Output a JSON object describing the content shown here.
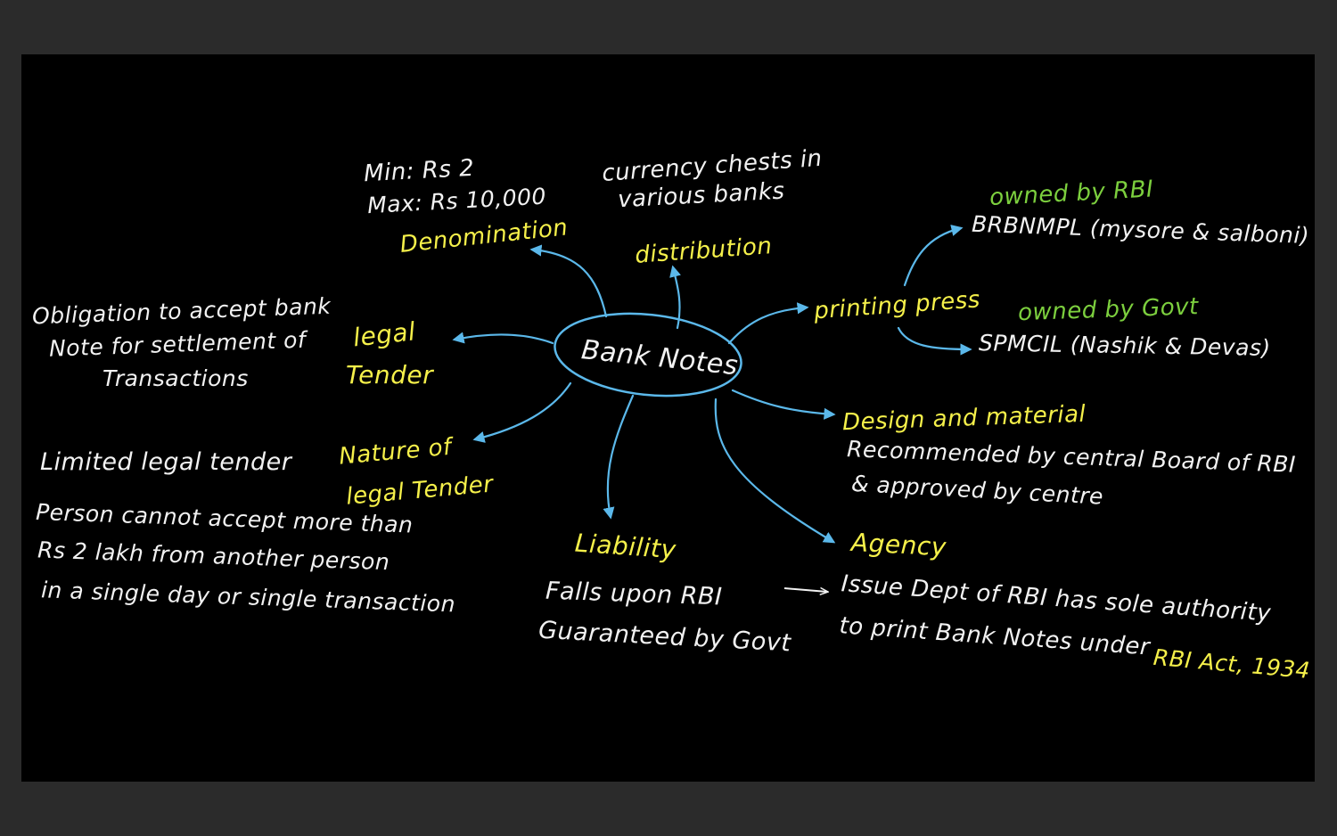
{
  "colors": {
    "background": "#000000",
    "frame": "#2b2b2b",
    "white_text": "#f2f2f2",
    "yellow_text": "#f5f04a",
    "green_text": "#7ccf3e",
    "arrow_blue": "#5bb8ea"
  },
  "center": {
    "label": "Bank Notes"
  },
  "denomination": {
    "label": "Denomination",
    "min": "Min: Rs 2",
    "max": "Max: Rs 10,000"
  },
  "distribution": {
    "label": "distribution",
    "note_1": "currency chests in",
    "note_2": "various banks"
  },
  "printing_press": {
    "label": "printing press",
    "owner_rbi": "owned by RBI",
    "rbi_press": "BRBNMPL (mysore & salboni)",
    "owner_govt": "owned by Govt",
    "govt_press": "SPMCIL (Nashik & Devas)"
  },
  "legal_tender": {
    "label_1": "legal",
    "label_2": "Tender",
    "note_1": "Obligation to accept bank",
    "note_2": "Note for settlement of",
    "note_3": "Transactions"
  },
  "nature": {
    "label_1": "Nature of",
    "label_2": "legal Tender",
    "note_title": "Limited legal tender",
    "note_1": "Person cannot accept more than",
    "note_2": "Rs 2 lakh from another person",
    "note_3": "in a single day or single transaction"
  },
  "design": {
    "label": "Design and material",
    "note_1": "Recommended by central Board of RBI",
    "note_2": "& approved by centre"
  },
  "liability": {
    "label": "Liability",
    "note_1": "Falls upon RBI",
    "note_2": "Guaranteed by Govt"
  },
  "agency": {
    "label": "Agency",
    "note_1": "Issue Dept of RBI has sole authority",
    "note_2": "to print Bank Notes under",
    "act": "RBI Act, 1934"
  }
}
